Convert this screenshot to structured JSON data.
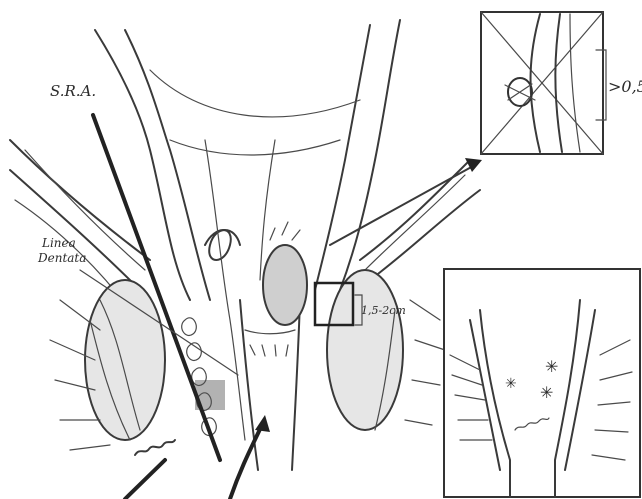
{
  "labels": {
    "sra": "S.R.A.",
    "linea_1": "Linea",
    "linea_2": "Dentata",
    "distance": "1,5-2cm",
    "inset_measure": ">0,5"
  },
  "colors": {
    "ink": "#3a3a3a",
    "shade": "#cfcfcf",
    "background": "#ffffff"
  }
}
